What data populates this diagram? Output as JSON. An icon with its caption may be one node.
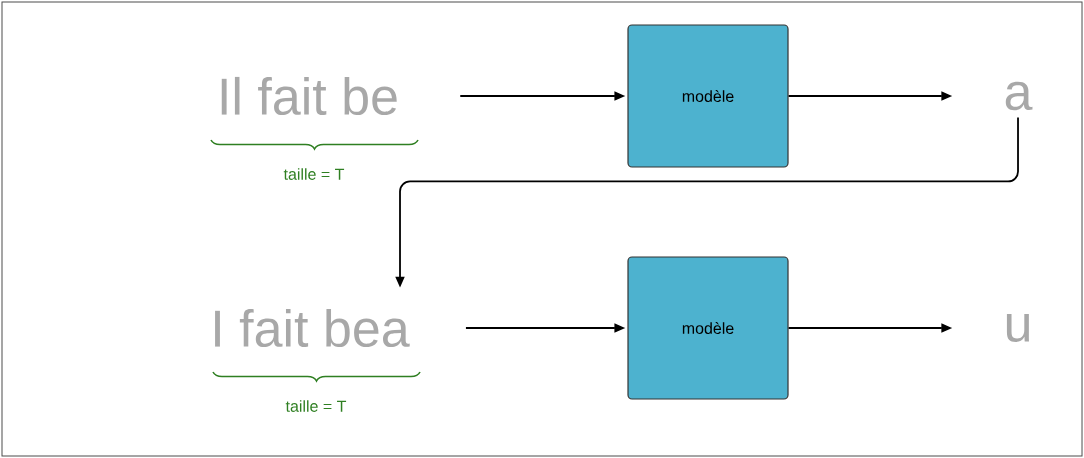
{
  "diagram": {
    "nodes": [
      {
        "text": [
          "Il fait be"
        ],
        "beside": [
          "taille = T"
        ]
      },
      {
        "text": [
          "modèle"
        ]
      },
      {
        "text": [
          "a"
        ]
      },
      {
        "text": [
          "I fait bea"
        ],
        "beside": [
          "taille = T"
        ]
      },
      {
        "text": [
          "modèle"
        ]
      },
      {
        "text": [
          "u"
        ]
      }
    ],
    "edges": [
      {
        "from": 0,
        "to": 1,
        "arrow": "to"
      },
      {
        "from": 1,
        "to": 2,
        "arrow": "to"
      },
      {
        "from": 2,
        "to": 3,
        "arrow": "to"
      },
      {
        "from": 3,
        "to": 4,
        "arrow": "to"
      },
      {
        "from": 4,
        "to": 5,
        "arrow": "to"
      }
    ]
  }
}
